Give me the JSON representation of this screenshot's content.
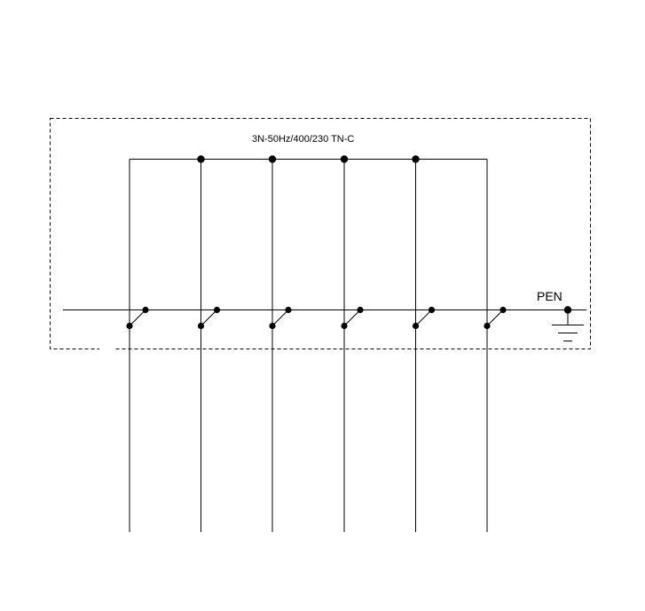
{
  "supply_label": "3N-50Hz/400/230 TN-C",
  "pen_label": "PEN",
  "colors": {
    "line": "#000000",
    "background": "#ffffff"
  },
  "feeders": [
    {
      "name": "feeder-1",
      "top_node": false
    },
    {
      "name": "feeder-2",
      "top_node": true
    },
    {
      "name": "feeder-3",
      "top_node": true
    },
    {
      "name": "feeder-4",
      "top_node": true
    },
    {
      "name": "feeder-5",
      "top_node": true
    },
    {
      "name": "feeder-6",
      "top_node": false
    }
  ],
  "icons": {
    "ground": "ground-icon",
    "switch": "switch-icon"
  }
}
